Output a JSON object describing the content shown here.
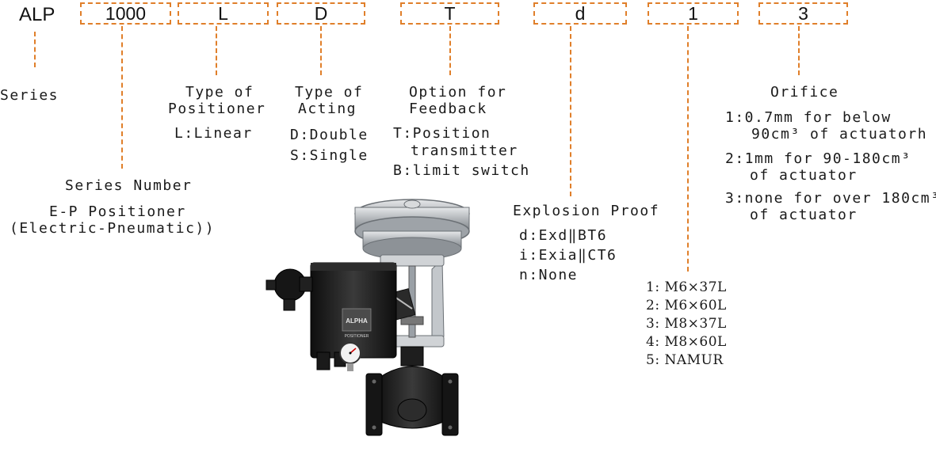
{
  "model": {
    "prefix": "ALP",
    "codes": [
      "1000",
      "L",
      "D",
      "T",
      "d",
      "1",
      "3"
    ]
  },
  "series": {
    "heading": "Series"
  },
  "series_number": {
    "heading": "Series Number",
    "lines": [
      "E-P Positioner",
      "(Electric-Pneumatic))"
    ]
  },
  "positioner_type": {
    "heading_lines": [
      "Type of",
      "Positioner"
    ],
    "options": [
      "L:Linear"
    ]
  },
  "acting_type": {
    "heading_lines": [
      "Type of",
      "Acting"
    ],
    "options": [
      "D:Double",
      "S:Single"
    ]
  },
  "feedback": {
    "heading_lines": [
      "Option for",
      "Feedback"
    ],
    "options": [
      "T:Position",
      "transmitter",
      "B:limit switch"
    ]
  },
  "explosion_proof": {
    "heading": "Explosion Proof",
    "options": [
      "d:Exd‖BT6",
      "i:Exia‖CT6",
      "n:None"
    ]
  },
  "mounting": {
    "options": [
      "1: M6×37L",
      "2: M6×60L",
      "3: M8×37L",
      "4: M8×60L",
      "5: NAMUR"
    ]
  },
  "orifice": {
    "heading": "Orifice",
    "options": [
      [
        "1:0.7mm for below",
        "90cm³ of actuatorh"
      ],
      [
        "2:1mm for 90-180cm³",
        "of actuator"
      ],
      [
        "3:none for over 180cm³",
        "of actuator"
      ]
    ]
  },
  "product": {
    "brand": "ALPHA",
    "label": "POSITIONER"
  },
  "colors": {
    "accent": "#e07f2a",
    "text": "#1a1a1a",
    "body": "#1b1b1b",
    "metal": "#b8bcc0"
  }
}
